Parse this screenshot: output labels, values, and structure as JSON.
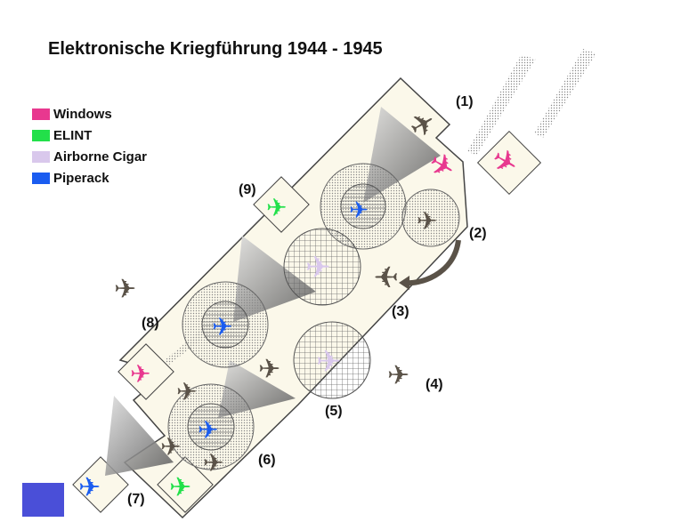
{
  "title": "Elektronische Kriegführung 1944 - 1945",
  "legend": [
    {
      "label": "Windows",
      "color": "#e8388f"
    },
    {
      "label": "ELINT",
      "color": "#22e04a"
    },
    {
      "label": "Airborne Cigar",
      "color": "#d9c8ec"
    },
    {
      "label": "Piperack",
      "color": "#1a5cf0"
    }
  ],
  "markers": [
    "(1)",
    "(2)",
    "(3)",
    "(4)",
    "(5)",
    "(6)",
    "(7)",
    "(8)",
    "(9)"
  ],
  "colors": {
    "bomber": "#5a5248",
    "band": "#fbf8ea",
    "corner_box": "#4a4fd8"
  }
}
